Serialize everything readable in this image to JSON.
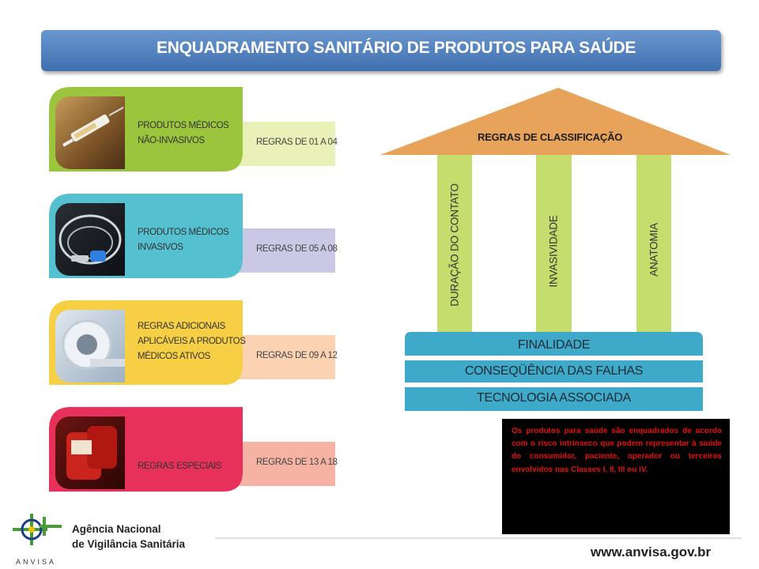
{
  "title": "ENQUADRAMENTO SANITÁRIO DE PRODUTOS PARA SAÚDE",
  "cards": [
    {
      "label_lines": [
        "PRODUTOS MÉDICOS",
        "NÃO-INVASIVOS"
      ],
      "rules": "REGRAS DE 01 A 04",
      "color": "#9ac53d",
      "tail_color": "#e9f0b8"
    },
    {
      "label_lines": [
        "PRODUTOS MÉDICOS",
        "INVASIVOS"
      ],
      "rules": "REGRAS DE 05 A 08",
      "color": "#55c1d0",
      "tail_color": "#cbc8e6"
    },
    {
      "label_lines": [
        "REGRAS ADICIONAIS",
        "APLICÁVEIS A PRODUTOS",
        "MÉDICOS ATIVOS"
      ],
      "rules": "REGRAS DE 09 A 12",
      "color": "#f7cf44",
      "tail_color": "#fbd2b2"
    },
    {
      "label_lines": [
        "REGRAS ESPECIAIS"
      ],
      "rules": "REGRAS DE 13 A 18",
      "color": "#e8315a",
      "tail_color": "#f6b2a3"
    }
  ],
  "house": {
    "roof": "REGRAS DE CLASSIFICAÇÃO",
    "pillars": [
      "DURAÇÃO DO CONTATO",
      "INVASIVIDADE",
      "ANATOMIA"
    ],
    "bands": [
      "FINALIDADE",
      "CONSEQÜÊNCIA DAS FALHAS",
      "TECNOLOGIA ASSOCIADA"
    ],
    "roof_color": "#e8a35a",
    "pillar_color": "#c4dd6c",
    "band_color": "#3fa9c9"
  },
  "info_text": "Os produtos para saúde são enquadrados de acordo com o risco intrínseco que podem representar à saúde do consumidor, paciente, operador ou terceiros envolvidos nas Classes I, II, III ou IV.",
  "footer": {
    "agency_line1": "Agência Nacional",
    "agency_line2": "de Vigilância Sanitária",
    "logo_text": "ANVISA",
    "website": "www.anvisa.gov.br"
  }
}
